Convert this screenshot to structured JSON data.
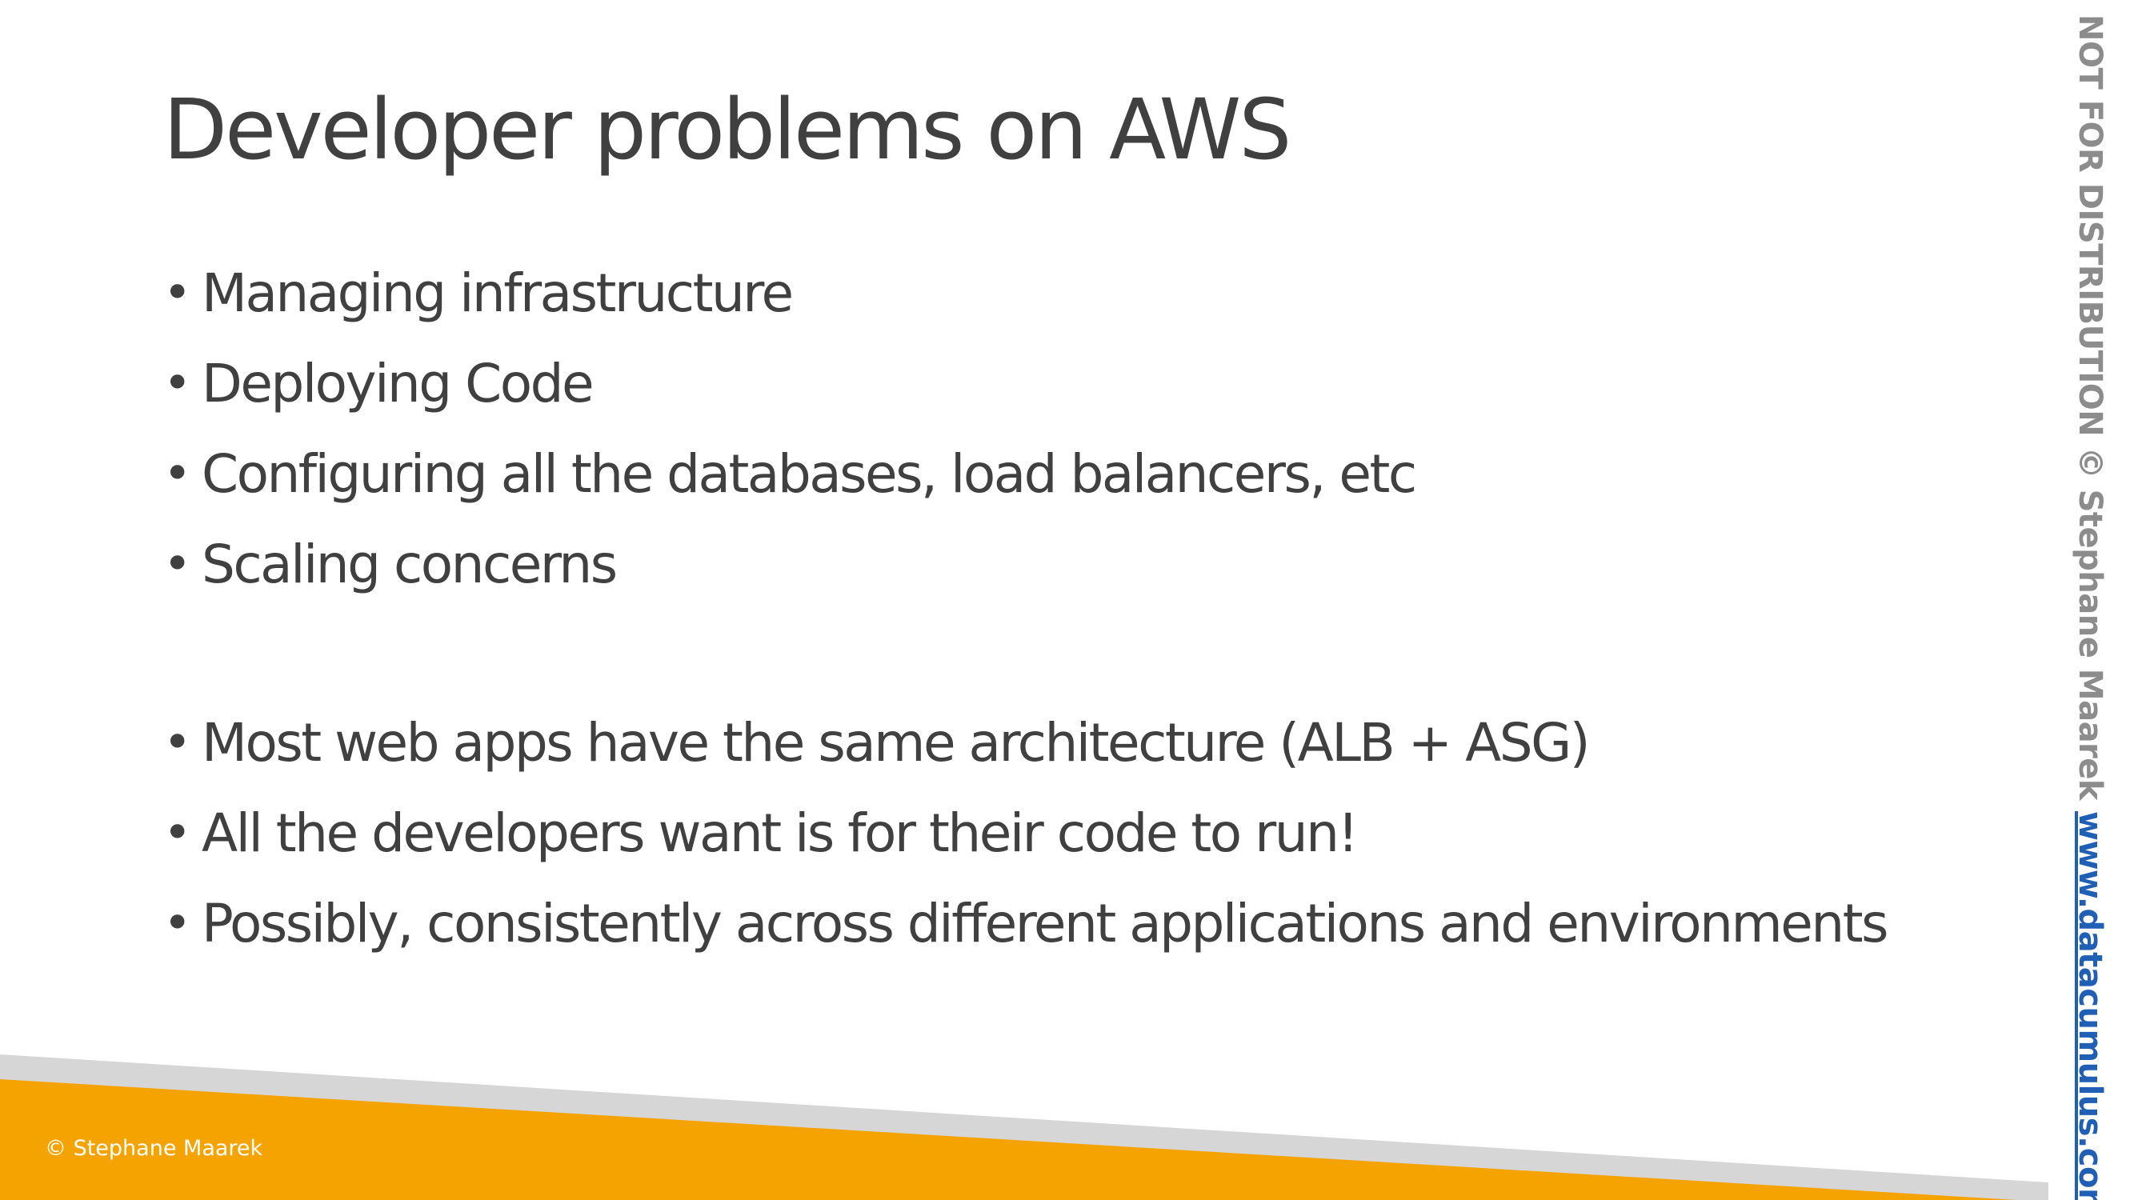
{
  "slide": {
    "title": "Developer problems on AWS",
    "bullet_glyph": "•",
    "bullets_group_1": [
      "Managing infrastructure",
      "Deploying Code",
      "Configuring all the databases, load balancers, etc",
      "Scaling concerns"
    ],
    "bullets_group_2": [
      "Most web apps have the same architecture (ALB + ASG)",
      "All the developers want is for their code to run!",
      "Possibly, consistently across different applications and environments"
    ]
  },
  "watermark": {
    "notice": "NOT FOR DISTRIBUTION © Stephane Maarek",
    "link": "www.datacumulus.com"
  },
  "footer": {
    "copyright": "© Stephane Maarek"
  },
  "colors": {
    "text": "#404040",
    "accent_orange": "#f5a300",
    "band_gray": "#d6d6d6",
    "link_blue": "#1f5fb5",
    "watermark_gray": "#8c8c8c"
  }
}
